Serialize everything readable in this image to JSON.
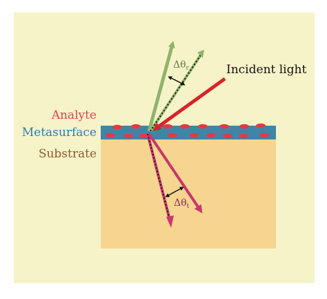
{
  "labels": {
    "analyte": "Analyte",
    "metasurface": "Metasurface",
    "substrate": "Substrate",
    "incident_light": "Incident light",
    "delta_theta_r": "Δθ",
    "delta_theta_r_sub": "r",
    "delta_theta_t": "Δθ",
    "delta_theta_t_sub": "t"
  },
  "colors": {
    "background_panel": "#f7f3c8",
    "substrate": "#f5d590",
    "metasurface": "#3f86a6",
    "analyte_dots": "#e23a44",
    "incident_ray": "#d8232a",
    "reflected_ray": "#8fb36b",
    "transmitted_ray": "#c8386a",
    "label_analyte": "#e0454a",
    "label_metasurface": "#2f7fa3",
    "label_substrate": "#8a5a2b",
    "text_dark": "#111111"
  }
}
